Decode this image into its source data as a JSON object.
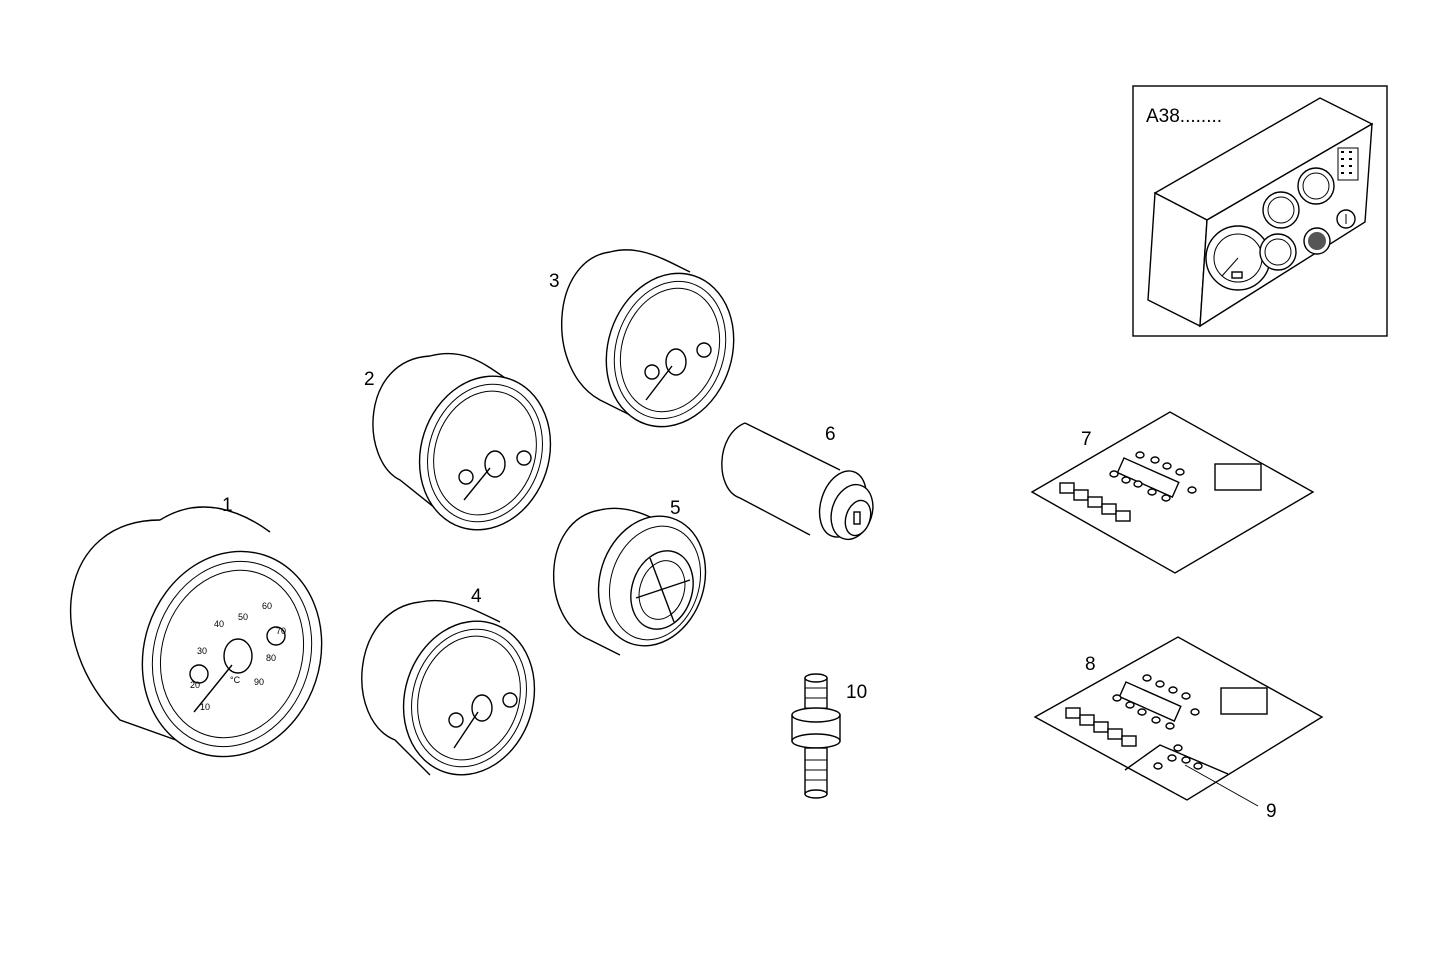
{
  "inset": {
    "title": "A38........"
  },
  "parts": [
    {
      "id": "1",
      "label": "1"
    },
    {
      "id": "2",
      "label": "2"
    },
    {
      "id": "3",
      "label": "3"
    },
    {
      "id": "4",
      "label": "4"
    },
    {
      "id": "5",
      "label": "5"
    },
    {
      "id": "6",
      "label": "6"
    },
    {
      "id": "7",
      "label": "7"
    },
    {
      "id": "8",
      "label": "8"
    },
    {
      "id": "9",
      "label": "9"
    },
    {
      "id": "10",
      "label": "10"
    }
  ],
  "gauge1_scale": [
    "10",
    "20",
    "30",
    "40",
    "50",
    "60",
    "70",
    "80",
    "90"
  ],
  "gauge1_unit": "°C"
}
